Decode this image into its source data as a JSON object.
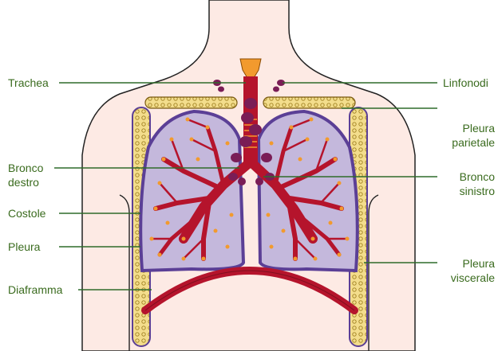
{
  "labels": {
    "trachea": "Trachea",
    "linfonodi": "Linfonodi",
    "pleura_parietale": "Pleura\nparietale",
    "bronco_destro": "Bronco\ndestro",
    "bronco_sinistro": "Bronco\nsinistro",
    "costole": "Costole",
    "pleura": "Pleura",
    "pleura_viscerale": "Pleura\nviscerale",
    "diaframma": "Diaframma"
  },
  "colors": {
    "label_text": "#3a6b1e",
    "leader_line": "#2f6b2a",
    "skin": "#fdeae4",
    "lung_fill": "#c4b8dc",
    "pleura_outline": "#5b3f96",
    "airway": "#b5142c",
    "rib_yellow": "#f3dd8c",
    "node_orange": "#f29a2e",
    "lymph_node": "#7a1d56"
  }
}
